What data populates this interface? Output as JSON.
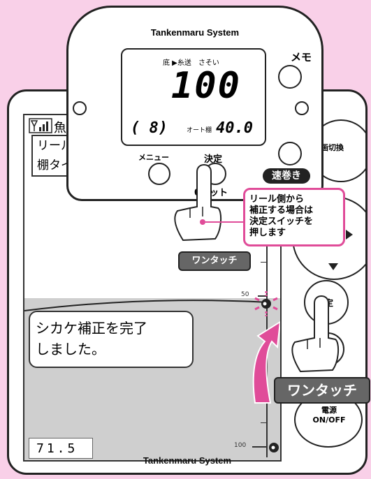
{
  "rear_device": {
    "footer_brand": "Tankenmaru System",
    "header_title_partial": "魚",
    "text_line1": "リール",
    "text_line2": "棚タイ",
    "message_line1": "シカケ補正を完了",
    "message_line2": "しました。",
    "depth_readout": "71.5",
    "scale_tick_50": "50",
    "scale_tick_100": "100",
    "right_labels": {
      "mode_switch": "画切換",
      "set_button": "決定",
      "power_line1": "電源",
      "power_line2": "ON/OFF"
    }
  },
  "front_device": {
    "brand": "Tankenmaru System",
    "lcd": {
      "top_labels": "底 ▶糸送　さそい",
      "main_value": "100",
      "bottom_left": "( 8)",
      "auto_label": "オート棚",
      "bottom_right": "40.0"
    },
    "memo_label": "メモ",
    "menu_label": "メニュー",
    "decide_label": "決定",
    "offset_label": "0セット",
    "fast_wind_label": "速巻き"
  },
  "annotations": {
    "note_line1": "リール側から",
    "note_line2": "補正する場合は",
    "note_line3": "決定スイッチを",
    "note_line4": "押します",
    "one_touch_small": "ワンタッチ",
    "one_touch_large": "ワンタッチ"
  },
  "colors": {
    "background": "#f9d0e8",
    "accent_pink": "#e04c99",
    "gray_fill": "#cfcfcf"
  }
}
